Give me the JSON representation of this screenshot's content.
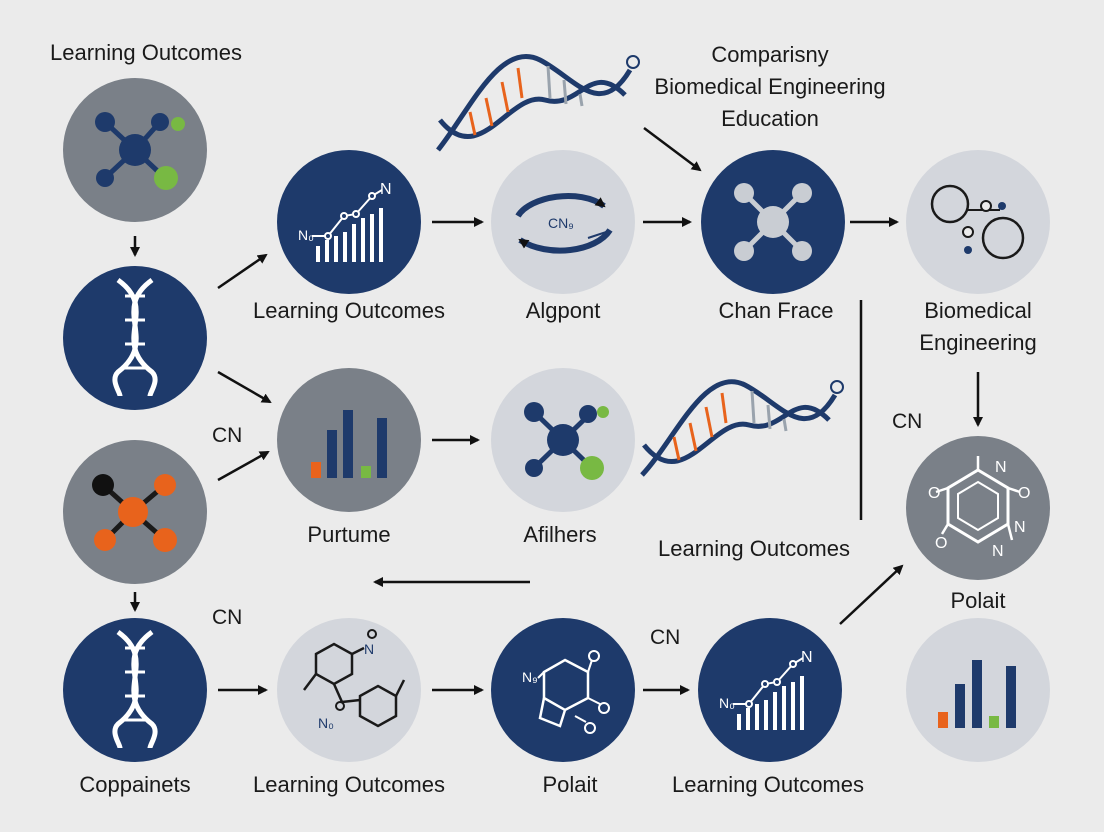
{
  "title": [
    "Comparisny",
    "Biomedical Engineering",
    "Education"
  ],
  "top_left_label": "Learning Outcomes",
  "nodes": {
    "learning_outcomes_1": "Learning Outcomes",
    "algpont": "Algpont",
    "chan_frace": "Chan Frace",
    "biomedical_engineering": [
      "Biomedical",
      "Engineering"
    ],
    "purtume": "Purtume",
    "afilhers": "Afilhers",
    "learning_outcomes_mid": "Learning Outcomes",
    "polait_right": "Polait",
    "coppainets": "Coppainets",
    "learning_outcomes_bottom": "Learning Outcomes",
    "polait_bottom": "Polait",
    "learning_outcomes_bottom_right": "Learning Outcomes"
  },
  "floating_labels": {
    "cn_left": "CN",
    "cn_bottom_left": "CN",
    "cn_bottom_mid": "CN",
    "cn_right": "CN"
  },
  "icon_text": {
    "chart_n": "N",
    "chart_no": "N₀",
    "arrows_cn": "CN₉",
    "hex_o": "O",
    "hex_n": "N",
    "mol_n": "N",
    "mol_no": "N₀",
    "mol_ne": "N₉"
  },
  "colors": {
    "navy": "#1e3a6b",
    "gray": "#7a8088",
    "light_gray": "#d3d6dc",
    "orange": "#e8631c",
    "green": "#78b943",
    "background": "#ebebeb"
  }
}
